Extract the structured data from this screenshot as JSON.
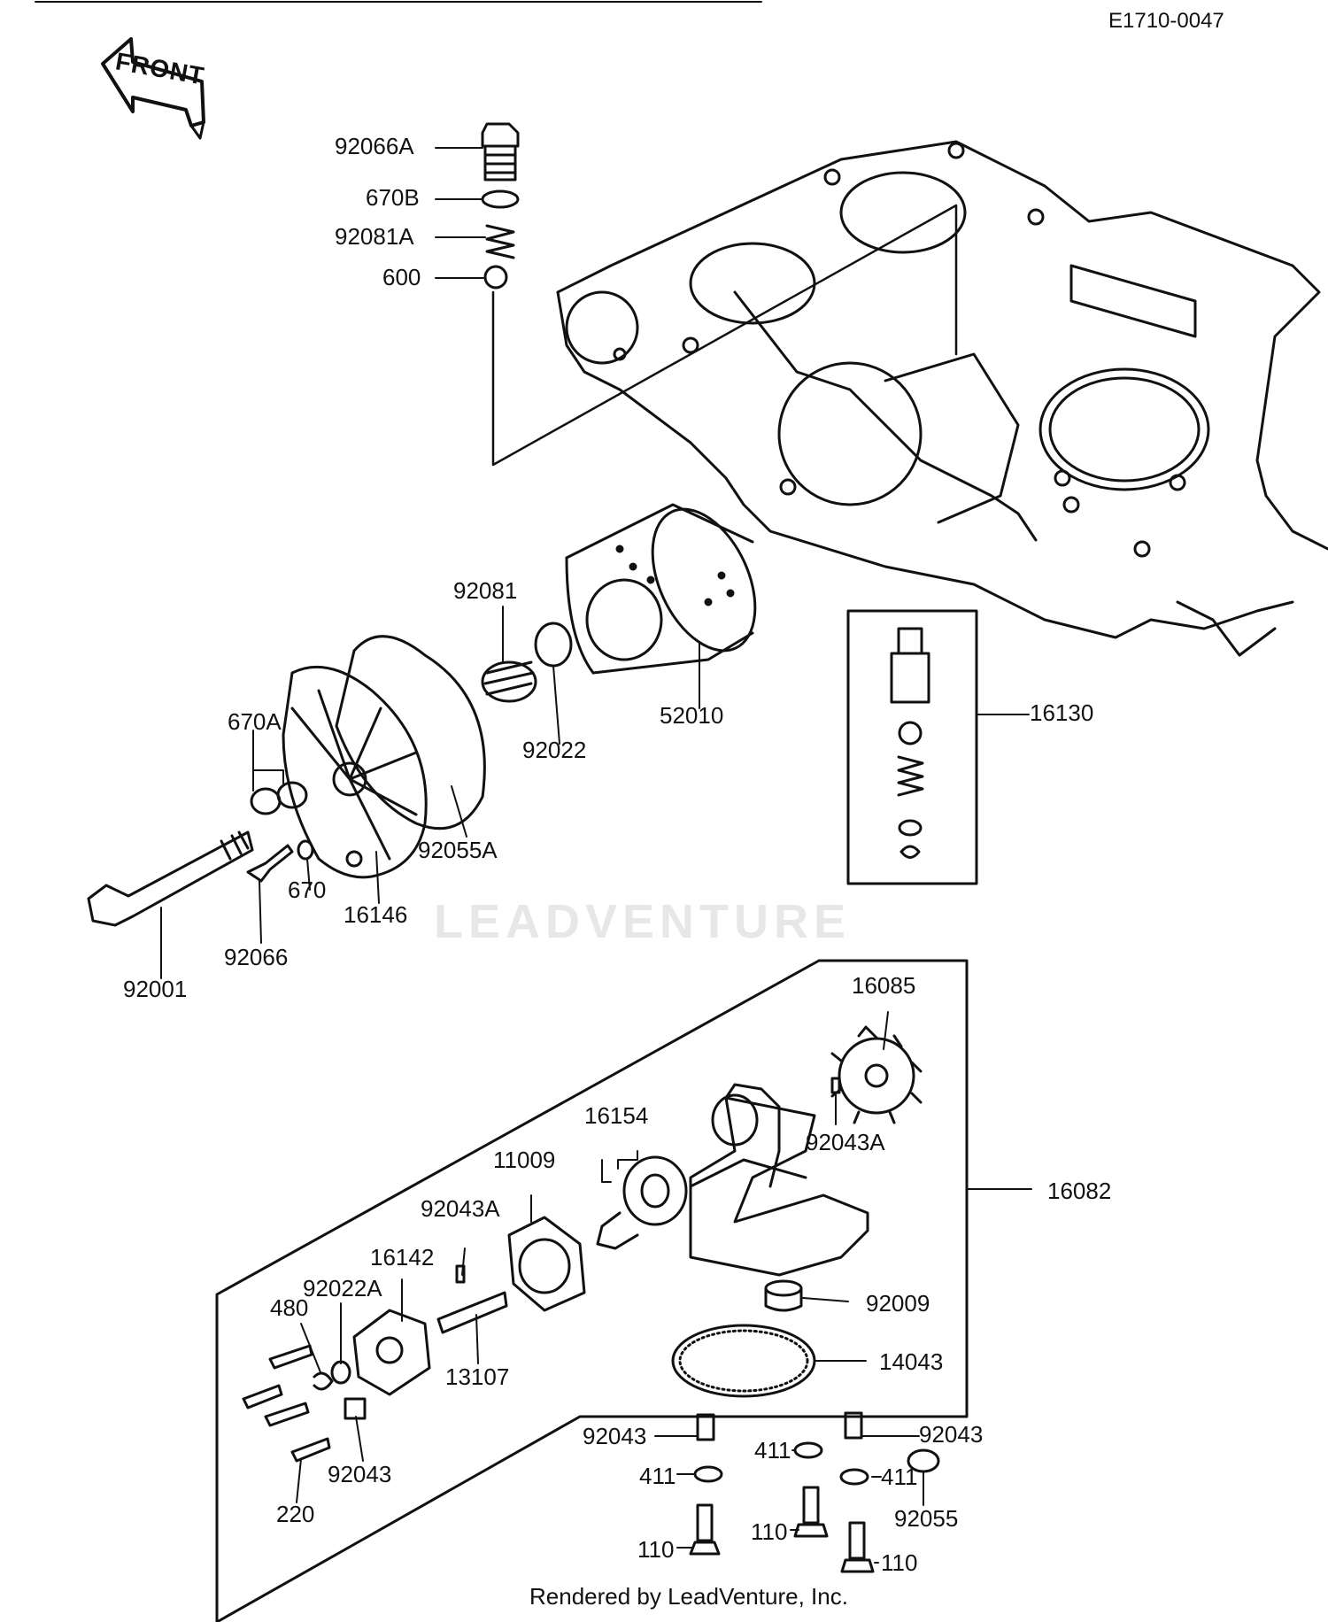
{
  "header": {
    "diagram_code": "E1710-0047"
  },
  "front_marker": {
    "text": "FRONT",
    "icon": "front-arrow-icon"
  },
  "watermark": {
    "text": "LEADVENTURE"
  },
  "footer": {
    "credit": "Rendered by LeadVenture, Inc."
  },
  "parts": {
    "p92066A": "92066A",
    "p670B": "670B",
    "p92081A": "92081A",
    "p600": "600",
    "p92081": "92081",
    "p52010": "52010",
    "p92022": "92022",
    "p670A": "670A",
    "p92055A": "92055A",
    "p16146": "16146",
    "p670": "670",
    "p92066": "92066",
    "p92001": "92001",
    "p16130": "16130",
    "p16085": "16085",
    "p16154": "16154",
    "p92043A_top": "92043A",
    "p11009": "11009",
    "p16082": "16082",
    "p92043A_left": "92043A",
    "p16142": "16142",
    "p92022A": "92022A",
    "p480": "480",
    "p13107": "13107",
    "p92009": "92009",
    "p14043": "14043",
    "p220": "220",
    "p92043_left": "92043",
    "p92043_mid": "92043",
    "p92043_right": "92043",
    "p411_left": "411",
    "p411_mid": "411",
    "p411_right": "411",
    "p92055": "92055",
    "p110_left": "110",
    "p110_mid": "110",
    "p110_right": "110"
  }
}
